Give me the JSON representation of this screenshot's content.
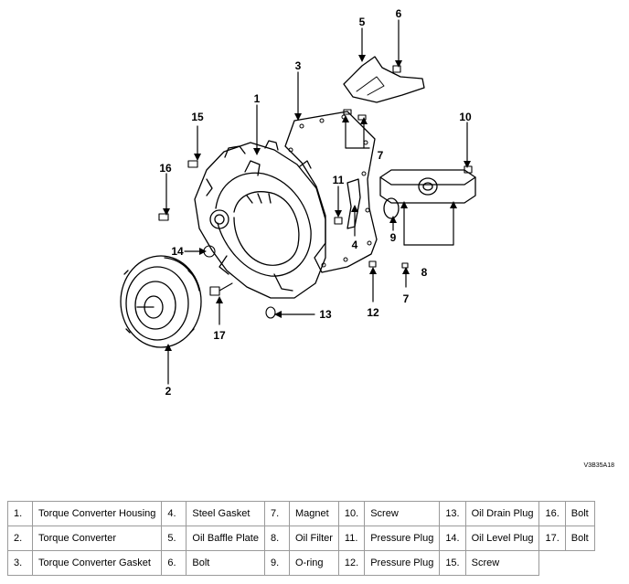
{
  "diagram": {
    "reference_code": "V3B35A18",
    "callouts": [
      "1",
      "2",
      "3",
      "4",
      "5",
      "6",
      "7",
      "7",
      "8",
      "9",
      "10",
      "11",
      "12",
      "13",
      "14",
      "15",
      "16",
      "17"
    ]
  },
  "legend": {
    "rows": [
      [
        {
          "n": "1.",
          "t": "Torque Converter Housing"
        },
        {
          "n": "4.",
          "t": "Steel Gasket"
        },
        {
          "n": "7.",
          "t": "Magnet"
        },
        {
          "n": "10.",
          "t": "Screw"
        },
        {
          "n": "13.",
          "t": "Oil Drain Plug"
        },
        {
          "n": "16.",
          "t": "Bolt"
        }
      ],
      [
        {
          "n": "2.",
          "t": "Torque Converter"
        },
        {
          "n": "5.",
          "t": "Oil Baffle Plate"
        },
        {
          "n": "8.",
          "t": "Oil Filter"
        },
        {
          "n": "11.",
          "t": "Pressure Plug"
        },
        {
          "n": "14.",
          "t": "Oil Level Plug"
        },
        {
          "n": "17.",
          "t": "Bolt"
        }
      ],
      [
        {
          "n": "3.",
          "t": "Torque Converter Gasket"
        },
        {
          "n": "6.",
          "t": "Bolt"
        },
        {
          "n": "9.",
          "t": "O-ring"
        },
        {
          "n": "12.",
          "t": "Pressure Plug"
        },
        {
          "n": "15.",
          "t": "Screw"
        }
      ]
    ]
  }
}
